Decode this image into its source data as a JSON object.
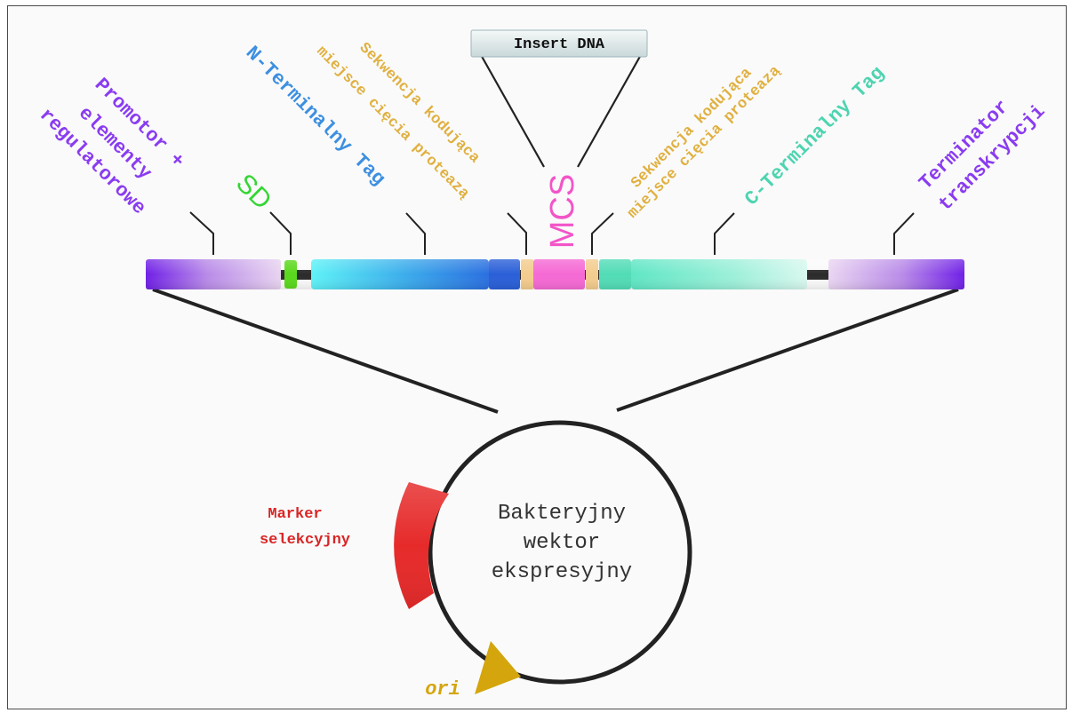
{
  "colors": {
    "promoter": "#8a3cf0",
    "sd": "#33d633",
    "n_tag": "#3d8fe0",
    "protease": "#e0b040",
    "mcs": "#f255c8",
    "c_tag": "#4dd4b0",
    "terminator": "#8a3cf0",
    "marker": "#e32a2a",
    "ori": "#d4a50c",
    "backbone": "#222222"
  },
  "labels": {
    "promoter_line1": "Promotor +",
    "promoter_line2": "elementy",
    "promoter_line3": "regulatorowe",
    "sd": "SD",
    "n_tag": "N-Terminalny Tag",
    "protease1_line1": "Sekwencja kodująca",
    "protease1_line2": "miejsce cięcia proteazą",
    "insert_dna": "Insert DNA",
    "mcs": "MCS",
    "protease2_line1": "Sekwencja kodująca",
    "protease2_line2": "miejsce cięcia proteazą",
    "c_tag": "C-Terminalny Tag",
    "terminator_line1": "Terminator",
    "terminator_line2": "transkrypcji",
    "vector_line1": "Bakteryjny",
    "vector_line2": "wektor",
    "vector_line3": "ekspresyjny",
    "marker_line1": "Marker",
    "marker_line2": "selekcyjny",
    "ori": "ori"
  }
}
